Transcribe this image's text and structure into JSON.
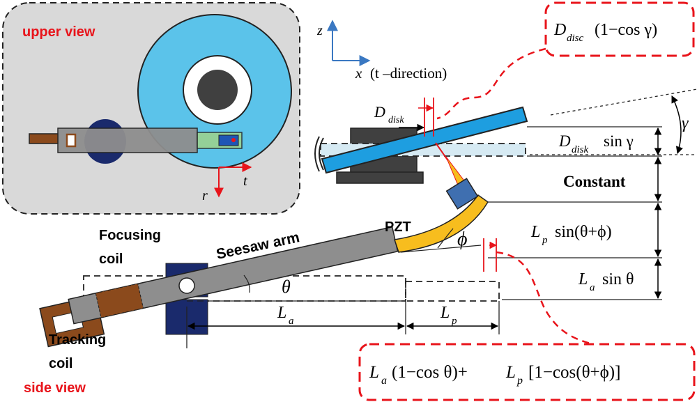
{
  "upper_view": {
    "title": "upper view",
    "axis_t": "t",
    "axis_r": "r"
  },
  "coord": {
    "z": "z",
    "x": "x",
    "x_suffix": "(t –direction)"
  },
  "labels": {
    "d_disk_sym": "D",
    "d_disk_sub": "disk",
    "d_disk_sin_main": "D",
    "d_disk_sin_sub": "disk",
    "d_disk_sin_tail": "sin γ",
    "gamma": "γ",
    "constant": "Constant",
    "pzt": "PZT",
    "phi": "ϕ",
    "theta": "θ",
    "seesaw_arm": "Seesaw arm",
    "focusing_coil_line1": "Focusing",
    "focusing_coil_line2": "coil",
    "tracking_coil_line1": "Tracking",
    "tracking_coil_line2": "coil",
    "side_view": "side view",
    "lp_sin_main": "L",
    "lp_sin_sub": "p",
    "lp_sin_tail": "sin(θ+ϕ)",
    "la_sin_main": "L",
    "la_sin_sub": "a",
    "la_sin_tail": "sin θ",
    "la_dim_main": "L",
    "la_dim_sub": "a",
    "lp_dim_main": "L",
    "lp_dim_sub": "p"
  },
  "formulas": {
    "top_main": "D",
    "top_sub": "disc",
    "top_tail": "(1−cos γ)",
    "bottom_la": "L",
    "bottom_la_sub": "a",
    "bottom_mid": "(1−cos θ)+",
    "bottom_lp": "L",
    "bottom_lp_sub": "p",
    "bottom_tail": "[1−cos(θ+ϕ)]"
  },
  "colors": {
    "highlight_red": "#e8141b",
    "disc_blue": "#5bc3ea",
    "disk_bar_blue": "#1e9ee0",
    "pzt_gold": "#f7bd1e",
    "arm_gray": "#8e8e8e",
    "coil_brown": "#8b4a1c",
    "navy": "#1a2a6c"
  }
}
